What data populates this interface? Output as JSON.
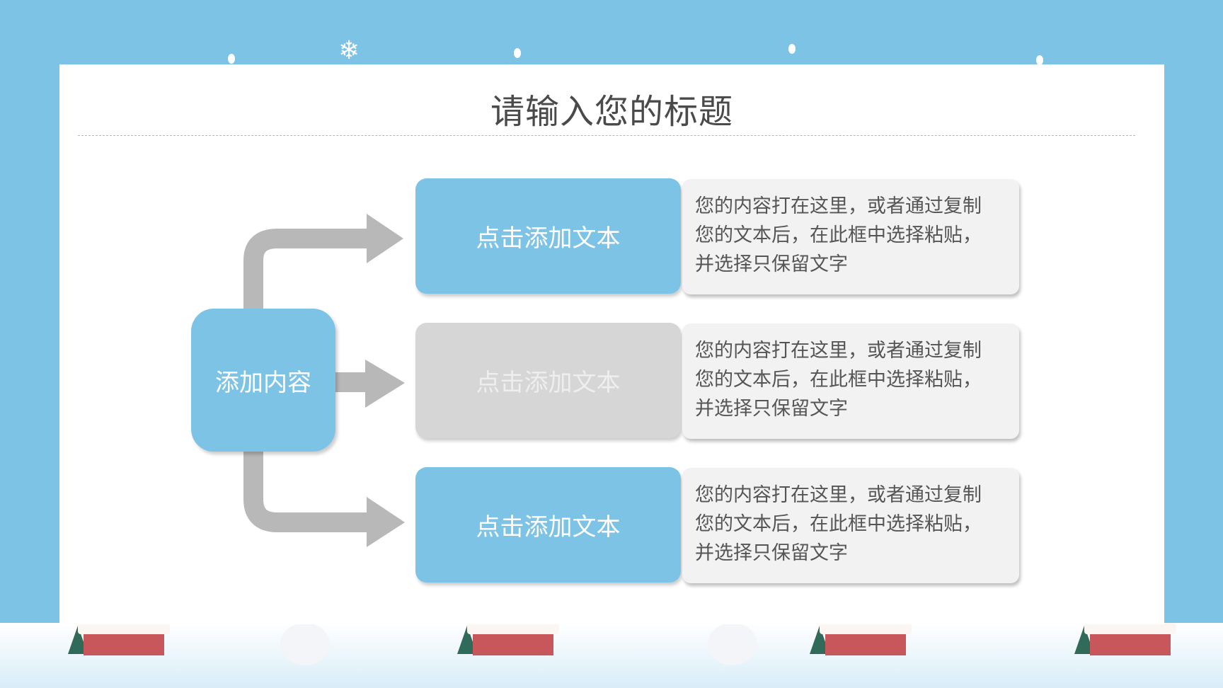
{
  "title": "请输入您的标题",
  "hub": {
    "label": "添加内容"
  },
  "items": [
    {
      "label": "点击添加文本",
      "style": "blue",
      "lines": [
        "您的内容打在这里，或者通过复制",
        "您的文本后，在此框中选择粘贴，",
        "并选择只保留文字"
      ]
    },
    {
      "label": "点击添加文本",
      "style": "grey",
      "lines": [
        "您的内容打在这里，或者通过复制",
        "您的文本后，在此框中选择粘贴，",
        "并选择只保留文字"
      ]
    },
    {
      "label": "点击添加文本",
      "style": "blue",
      "lines": [
        "您的内容打在这里，或者通过复制",
        "您的文本后，在此框中选择粘贴，",
        "并选择只保留文字"
      ]
    }
  ],
  "colors": {
    "accent": "#7cc3e6",
    "arrow": "#b8b8b8",
    "muted_box": "#d6d6d6",
    "desc_bg": "#f2f2f2"
  }
}
